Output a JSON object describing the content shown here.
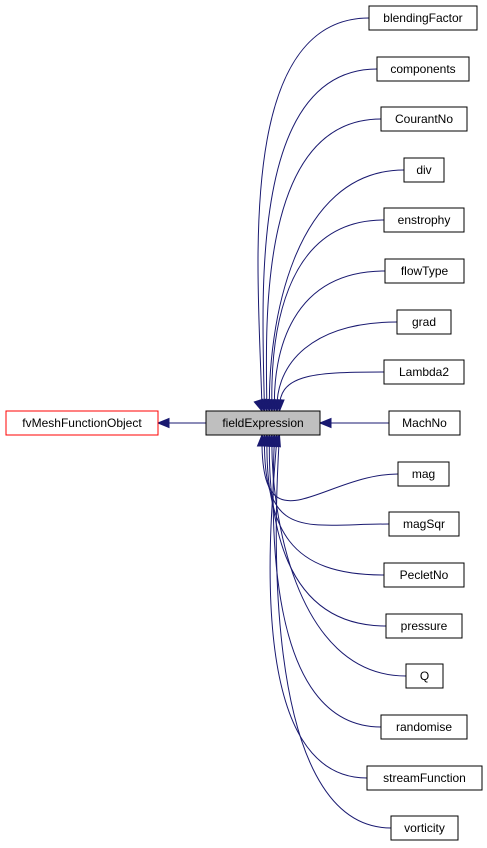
{
  "diagram": {
    "type": "inheritance-graph",
    "colors": {
      "edge": "#191970",
      "base_border": "#ff0000",
      "center_fill": "#bfbfbf",
      "node_border": "#000000"
    },
    "base_class": "fvMeshFunctionObject",
    "center_class": "fieldExpression",
    "derived_classes": [
      "blendingFactor",
      "components",
      "CourantNo",
      "div",
      "enstrophy",
      "flowType",
      "grad",
      "Lambda2",
      "MachNo",
      "mag",
      "magSqr",
      "PecletNo",
      "pressure",
      "Q",
      "randomise",
      "streamFunction",
      "vorticity"
    ]
  }
}
